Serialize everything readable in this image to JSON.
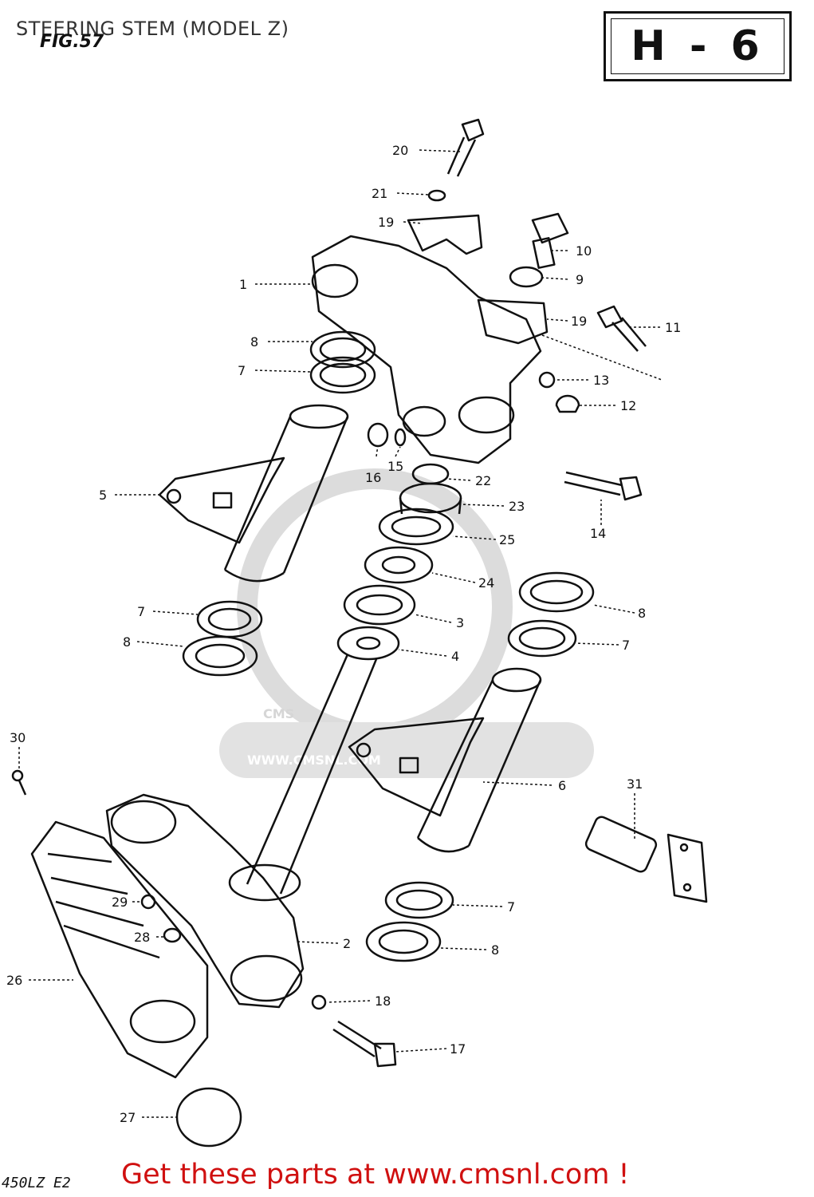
{
  "header": {
    "title": "STEERING STEM (MODEL Z)",
    "figure_label": "FIG.57",
    "section_code": "H - 6"
  },
  "footer": {
    "model_code": "450LZ E2",
    "cta": "Get these parts at www.cmsnl.com !"
  },
  "watermark": {
    "logo_text": "CMS",
    "url_text": "WWW.CMSNL.COM"
  },
  "callouts": [
    "1",
    "2",
    "3",
    "4",
    "5",
    "6",
    "7",
    "7",
    "7",
    "7",
    "8",
    "8",
    "8",
    "8",
    "9",
    "10",
    "11",
    "12",
    "13",
    "14",
    "15",
    "16",
    "17",
    "18",
    "19",
    "19",
    "20",
    "21",
    "22",
    "23",
    "24",
    "25",
    "26",
    "27",
    "28",
    "29",
    "30",
    "31"
  ],
  "colors": {
    "line": "#111111",
    "cta": "#d01010",
    "watermark": "#d6d6d6"
  }
}
